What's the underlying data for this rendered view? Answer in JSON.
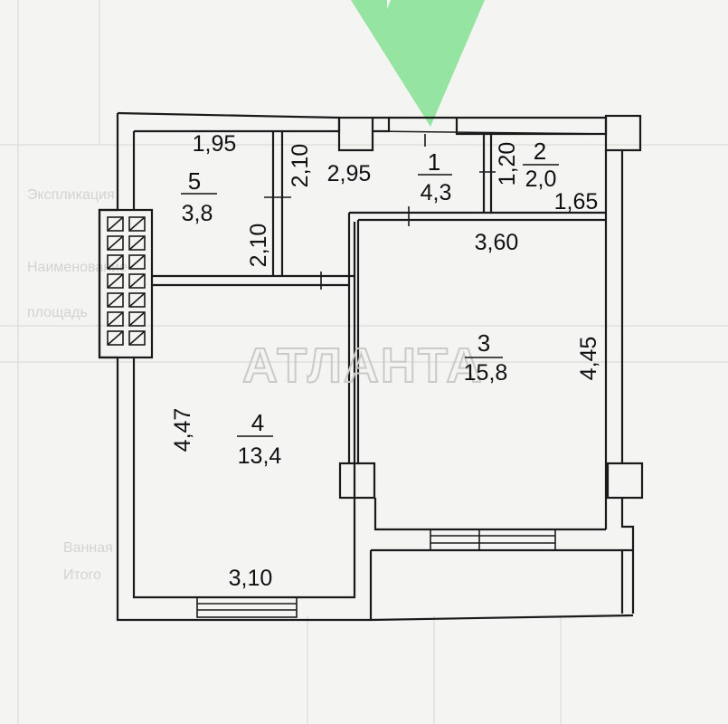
{
  "watermark": "АТЛАНТА",
  "background_text": [
    "Экспликация",
    "Наименование",
    "площадь",
    "Ванная",
    "Итого"
  ],
  "rooms": [
    {
      "number": "1",
      "area": "4,3"
    },
    {
      "number": "2",
      "area": "2,0"
    },
    {
      "number": "3",
      "area": "15,8"
    },
    {
      "number": "4",
      "area": "13,4"
    },
    {
      "number": "5",
      "area": "3,8"
    }
  ],
  "dimensions": {
    "room5_width": "1,95",
    "room5_height_a": "2,10",
    "room5_height_b": "2,10",
    "room1_width": "2,95",
    "room2_height": "1,20",
    "room2_width": "1,65",
    "room3_width": "3,60",
    "room3_height": "4,45",
    "room4_height": "4,47",
    "room4_width": "3,10"
  },
  "colors": {
    "entrance_arrow": "#8fe39c",
    "walls": "#1a1a1a",
    "background": "#f4f5f3",
    "watermark": "#c9cbc7"
  }
}
